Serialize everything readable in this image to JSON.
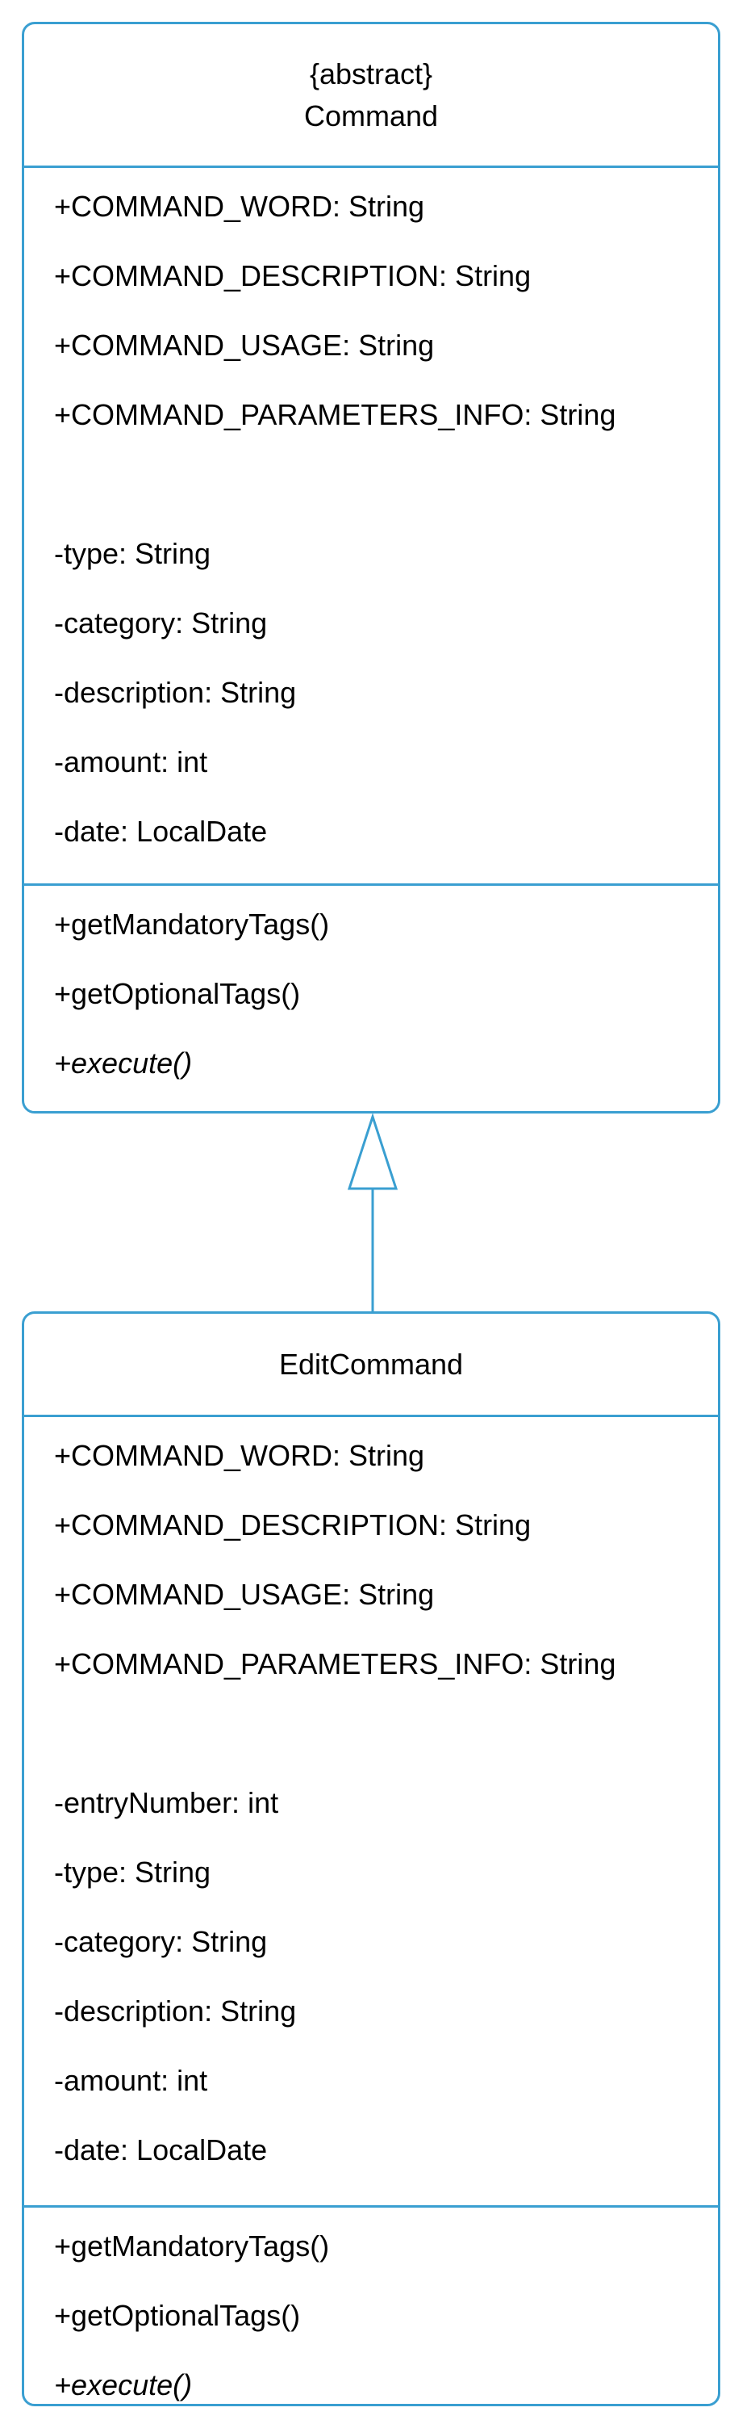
{
  "command": {
    "stereotype": "{abstract}",
    "name": "Command",
    "attributes": [
      "+COMMAND_WORD: String",
      "+COMMAND_DESCRIPTION: String",
      "+COMMAND_USAGE: String",
      "+COMMAND_PARAMETERS_INFO: String",
      "",
      "-type: String",
      "-category: String",
      "-description: String",
      "-amount: int",
      "-date: LocalDate"
    ],
    "methods": [
      "+getMandatoryTags()",
      "+getOptionalTags()",
      "+execute()"
    ]
  },
  "edit_command": {
    "name": "EditCommand",
    "attributes": [
      "+COMMAND_WORD: String",
      "+COMMAND_DESCRIPTION: String",
      "+COMMAND_USAGE: String",
      "+COMMAND_PARAMETERS_INFO: String",
      "",
      "-entryNumber: int",
      "-type: String",
      "-category: String",
      "-description: String",
      "-amount: int",
      "-date: LocalDate"
    ],
    "methods": [
      "+getMandatoryTags()",
      "+getOptionalTags()",
      "+execute()"
    ]
  },
  "colors": {
    "stroke": "#3a9fd1",
    "background": "#ffffff",
    "text": "#000000"
  }
}
